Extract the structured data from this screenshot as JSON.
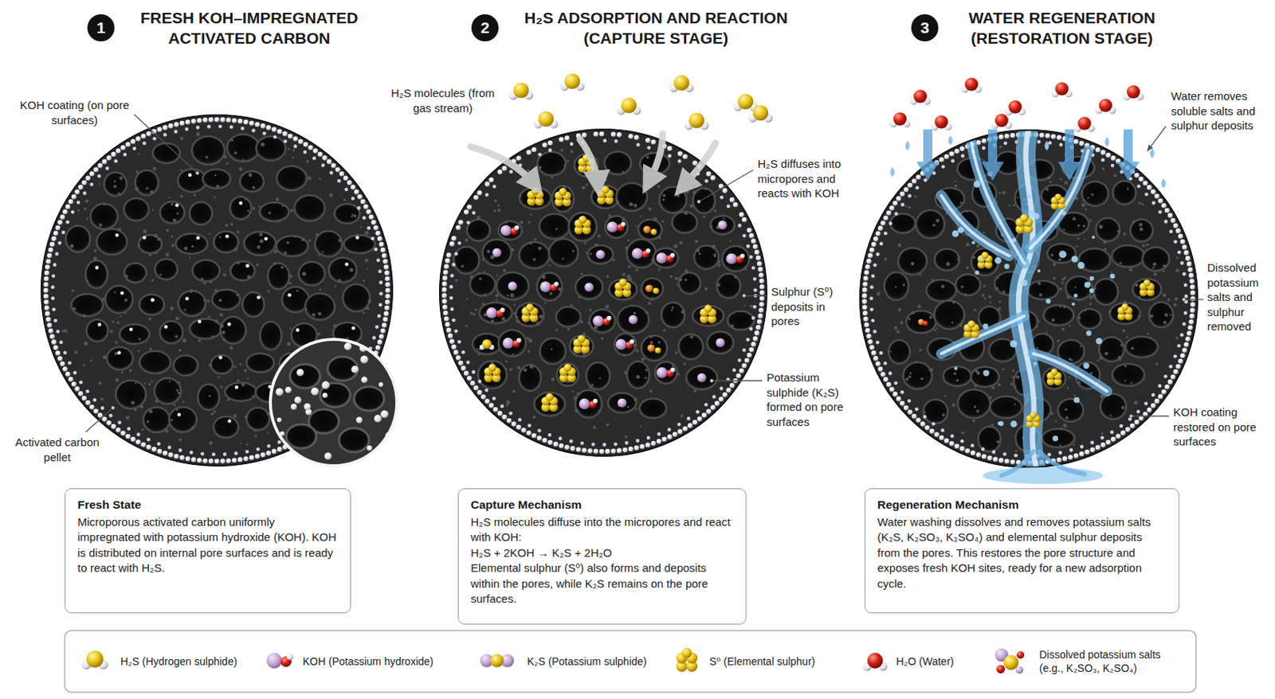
{
  "diagram": {
    "nodes": [
      {
        "text": [
          "1",
          "FRESH KOH–IMPREGNATED ACTIVATED CARBON"
        ]
      },
      {
        "text": [
          "2",
          "H₂S ADSORPTION AND REACTION (CAPTURE STAGE)"
        ]
      },
      {
        "text": [
          "3",
          "WATER REGENERATION (RESTORATION STAGE)"
        ]
      },
      {
        "text": [
          "Fresh State",
          "Microporous activated carbon uniformly impregnated with potassium hydroxide (KOH). KOH is distributed on internal pore surfaces and is ready to react with H₂S."
        ]
      },
      {
        "text": [
          "Capture Mechanism",
          "H₂S molecules diffuse into the micropores and react with KOH:",
          "H₂S + 2KOH → K₂S + 2H₂O",
          "Elemental sulphur (S⁰) also forms and deposits within the pores, while K₂S remains on the pore surfaces."
        ]
      },
      {
        "text": [
          "Regeneration Mechanism",
          "Water washing dissolves and removes potassium salts (K₂S, K₂SO₃, K₂SO₄) and elemental sulphur deposits from the pores. This restores the pore structure and exposes fresh KOH sites, ready for a new adsorption cycle."
        ]
      }
    ],
    "edges": [],
    "labels": [
      "KOH coating (on pore surfaces)",
      "Activated carbon pellet",
      "H₂S molecules (from gas stream)",
      "H₂S diffuses into micropores and reacts with KOH",
      "Sulphur (S⁰) deposits in pores",
      "Potassium sulphide (K₂S) formed on pore surfaces",
      "Water removes soluble salts and sulphur deposits",
      "Dissolved potassium salts and sulphur removed",
      "KOH coating restored on pore surfaces"
    ],
    "legend": [
      {
        "text": "H₂S (Hydrogen sulphide)"
      },
      {
        "text": "KOH (Potassium hydroxide)"
      },
      {
        "text": "K₂S (Potassium sulphide)"
      },
      {
        "text": "S⁰ (Elemental sulphur)"
      },
      {
        "text": "H₂O (Water)"
      },
      {
        "text": "Dissolved potassium salts (e.g., K₂SO₃, K₂SO₄)"
      }
    ]
  }
}
